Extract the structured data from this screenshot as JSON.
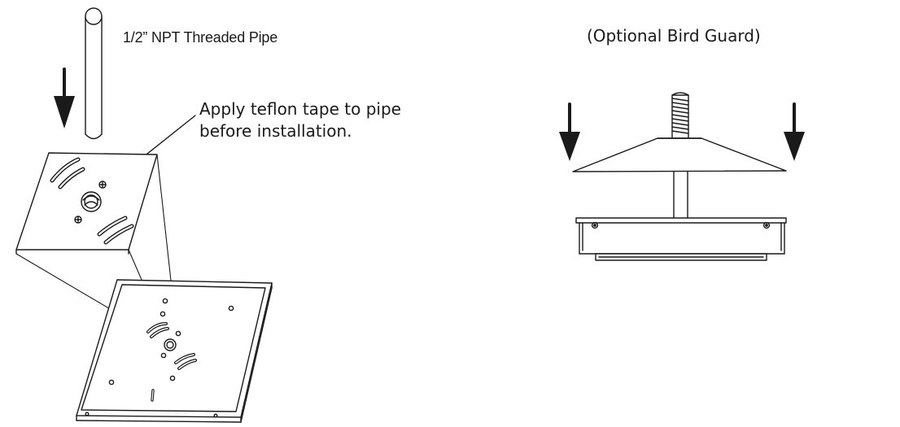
{
  "labels": {
    "pipe": "1/2” NPT Threaded Pipe",
    "teflon_line1": "Apply teflon tape to pipe",
    "teflon_line2": "before installation.",
    "bird_guard": "(Optional Bird Guard)"
  },
  "colors": {
    "stroke": "#1a1a1a",
    "background": "#ffffff"
  }
}
